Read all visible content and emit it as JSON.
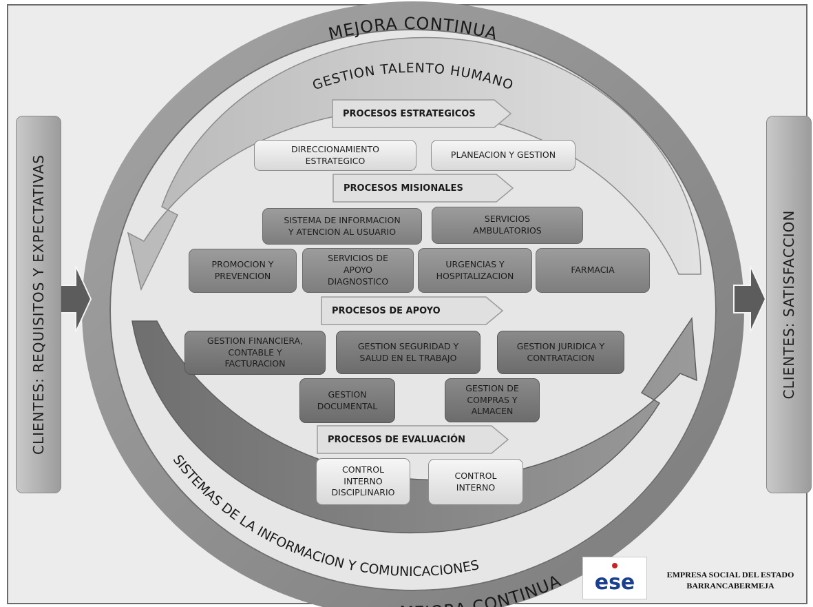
{
  "ring": {
    "outer_top": "MEJORA CONTINUA",
    "outer_bottom": "MEJORA CONTINUA",
    "inner_top": "GESTION  TALENTO  HUMANO",
    "inner_bottom": "SISTEMAS DE LA INFORMACION Y COMUNICACIONES"
  },
  "left_label": "CLIENTES: REQUISITOS Y EXPECTATIVAS",
  "right_label": "CLIENTES: SATISFACCION",
  "sections": {
    "estrategicos": {
      "title": "PROCESOS ESTRATEGICOS",
      "items": [
        "DIRECCIONAMIENTO\nESTRATEGICO",
        "PLANEACION Y GESTION"
      ]
    },
    "misionales": {
      "title": "PROCESOS MISIONALES",
      "items": [
        "SISTEMA DE INFORMACION\nY ATENCION AL USUARIO",
        "SERVICIOS\nAMBULATORIOS",
        "PROMOCION Y\nPREVENCION",
        "SERVICIOS DE\nAPOYO\nDIAGNOSTICO",
        "URGENCIAS Y\nHOSPITALIZACION",
        "FARMACIA"
      ]
    },
    "apoyo": {
      "title": "PROCESOS DE APOYO",
      "items": [
        "GESTION FINANCIERA,\nCONTABLE Y\nFACTURACION",
        "GESTION SEGURIDAD Y\nSALUD EN EL TRABAJO",
        "GESTION JURIDICA  Y\nCONTRATACION",
        "GESTION\nDOCUMENTAL",
        "GESTION DE\nCOMPRAS  Y\nALMACEN"
      ]
    },
    "evaluacion": {
      "title": "PROCESOS DE EVALUACIÓN",
      "items": [
        "CONTROL\nINTERNO\nDISCIPLINARIO",
        "CONTROL\nINTERNO"
      ]
    }
  },
  "logo": {
    "mark": "ese",
    "name": "EMPRESA SOCIAL DEL ESTADO",
    "city": "BARRANCABERMEJA"
  },
  "colors": {
    "ring_outer": "#8e8e8e",
    "ring_inner": "#d4d4d4",
    "box_light": "#e9e9e9",
    "box_mid": "#8f8f8f",
    "box_dark": "#7a7a7a",
    "logo_red": "#d11f1f",
    "logo_blue": "#1b3f8f"
  }
}
